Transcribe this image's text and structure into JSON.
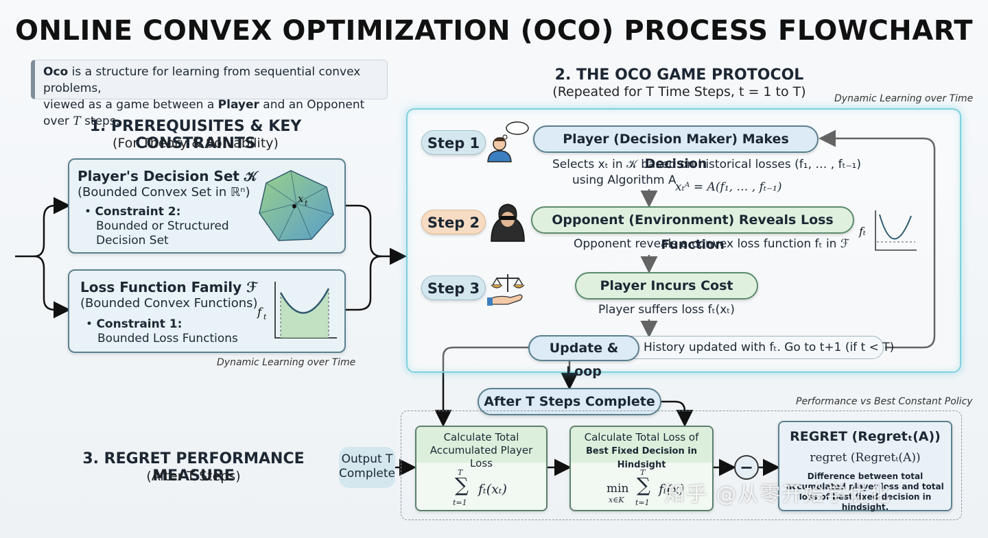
{
  "title": "ONLINE CONVEX OPTIMIZATION (OCO) PROCESS FLOWCHART",
  "intro": {
    "oco": "Oco",
    "line1_rest": " is a structure for learning from sequential convex problems,",
    "line2_a": "viewed as a game between a ",
    "player": "Player",
    "line2_b": " and an Opponent over ",
    "T": "T",
    "line2_c": " steps."
  },
  "section1": {
    "heading": "1. PREREQUISITES & KEY CONSTRAINTS",
    "sub": "(For Theory & Solvability)",
    "card1": {
      "title": "Player's Decision Set 𝒦",
      "sub": "(Bounded Convex Set in ℝⁿ)",
      "bullet_bold": "Constraint 2:",
      "bullet_rest1": "Bounded or Structured",
      "bullet_rest2": "Decision Set",
      "point_label": "x",
      "point_sub": "t"
    },
    "card2": {
      "title": "Loss Function Family ℱ",
      "sub": "(Bounded Convex Functions)",
      "bullet_bold": "Constraint 1:",
      "bullet_rest": "Bounded Loss Functions",
      "axis_label": "f",
      "axis_sub": "t"
    },
    "note": "Dynamic Learning over Time"
  },
  "section2": {
    "heading": "2. THE OCO GAME PROTOCOL",
    "sub": "(Repeated for T Time Steps, t = 1 to T)",
    "note": "Dynamic Learning over Time",
    "step1": {
      "label": "Step 1",
      "action": "Player (Decision Maker) Makes Decision",
      "desc1": "Selects xₜ in 𝒦 based on historical losses (f₁, … , fₜ₋₁)",
      "desc2": "using Algorithm A",
      "formula": "xₜᴬ = A(f₁, … , fₜ₋₁)"
    },
    "step2": {
      "label": "Step 2",
      "action": "Opponent (Environment) Reveals Loss Function",
      "desc": "Opponent reveals a convex loss function fₜ in ℱ",
      "graph_label": "fₜ"
    },
    "step3": {
      "label": "Step 3",
      "action": "Player Incurs Cost",
      "desc": "Player suffers loss fₜ(xₜ)"
    },
    "update": {
      "label": "Update & Loop",
      "desc": "History updated with fₜ. Go to t+1 (if t < T)"
    }
  },
  "section3": {
    "after": "After T Steps Complete",
    "note": "Performance vs Best Constant Policy",
    "heading": "3. REGRET PERFORMANCE MEASURE",
    "sub": "(After T Steps)",
    "output": {
      "line1": "Output T",
      "line2": "Complete"
    },
    "box1": {
      "title1": "Calculate Total",
      "title2": "Accumulated Player Loss",
      "sum_top": "T",
      "sum_bottom": "t=1",
      "expr": "fₜ(xₜ)"
    },
    "box2": {
      "title1": "Calculate Total Loss of",
      "title2": "Best Fixed Decision in Hindsight",
      "min": "min",
      "min_sub": "x∈K",
      "sum_top": "T",
      "sum_bottom": "t=1",
      "expr": "fₜ(x)"
    },
    "minus": "−",
    "regret": {
      "title": "REGRET (Regretₜ(A))",
      "formula": "regret (Regretₜ(A))",
      "desc": "Difference between total accumulated player loss and total loss of best fixed decision in hindsight."
    }
  },
  "watermark": "知乎 @从零开始学优化",
  "colors": {
    "pill_green": "#dff0df",
    "pill_blue": "#dcebf5",
    "step2_orange": "#f7dcc3",
    "protocol_glow": "#7fd0dd",
    "card_bg": "#e9f2f6"
  },
  "icons": [
    "thinking-person-icon",
    "hooded-opponent-icon",
    "scales-hand-icon",
    "polytope-icon",
    "convex-curve-icon"
  ]
}
